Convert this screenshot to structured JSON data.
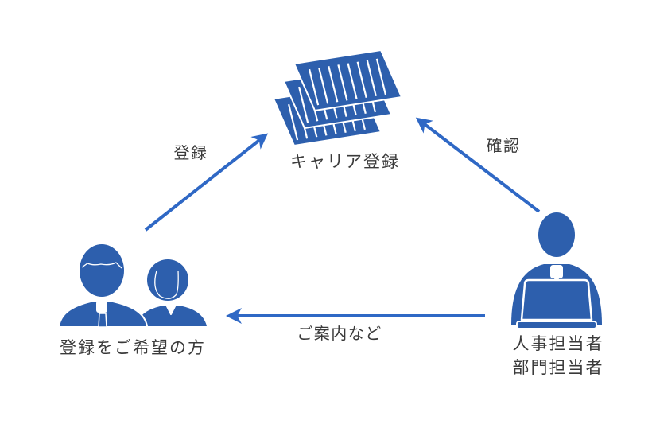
{
  "diagram": {
    "type": "flow-triangle",
    "nodes": {
      "career": {
        "label": "キャリア登録",
        "icon": "document-stack-icon",
        "position": "top-center"
      },
      "applicants": {
        "label": "登録をご希望の方",
        "icon": "two-people-icon",
        "position": "bottom-left"
      },
      "staff": {
        "label_line1": "人事担当者",
        "label_line2": "部門担当者",
        "icon": "person-at-laptop-icon",
        "position": "bottom-right"
      }
    },
    "arrows": {
      "register": {
        "label": "登録",
        "from": "applicants",
        "to": "career"
      },
      "confirm": {
        "label": "確認",
        "from": "staff",
        "to": "career"
      },
      "guidance": {
        "label": "ご案内など",
        "from": "staff",
        "to": "applicants"
      }
    },
    "colors": {
      "icon_blue": "#2d5fad",
      "arrow_blue": "#2f68c5",
      "label_text": "#3a3a3a",
      "background": "#ffffff"
    }
  }
}
